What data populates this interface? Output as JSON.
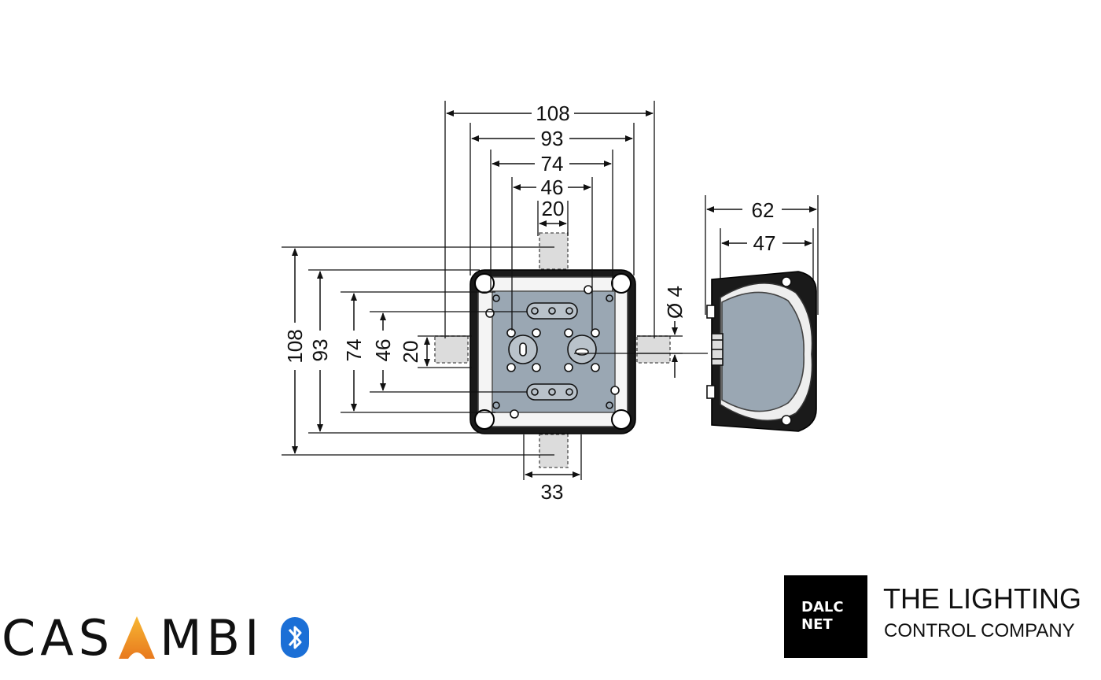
{
  "drawing": {
    "front_view": {
      "width_dimensions": [
        "108",
        "93",
        "74",
        "46",
        "20"
      ],
      "height_dimensions": [
        "108",
        "93",
        "74",
        "46",
        "20"
      ],
      "bottom_dimension": "33",
      "hole_diameter": "Ø 4"
    },
    "side_view": {
      "depth_dimensions": [
        "62",
        "47"
      ]
    },
    "colors": {
      "body": "#1a1a1a",
      "lid": "#9aa7b3",
      "line": "#111111"
    }
  },
  "logos": {
    "casambi": {
      "text_left": "CAS",
      "text_right": "MBI",
      "icon": "bluetooth-icon"
    },
    "dalcnet": {
      "box_line1": "DALC",
      "box_line2": "NET",
      "tagline1": "THE LIGHTING",
      "tagline2": "CONTROL COMPANY"
    }
  }
}
